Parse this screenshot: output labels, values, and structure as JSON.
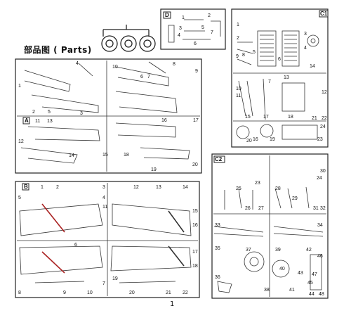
{
  "document": {
    "title": "部品图 ( Parts)",
    "page_number": "1"
  },
  "sprues": {
    "A": {
      "tag": "A",
      "numbers": [
        "1",
        "2",
        "3",
        "4",
        "5",
        "6",
        "7",
        "8",
        "9",
        "10",
        "11",
        "12",
        "13",
        "14",
        "15",
        "16",
        "17",
        "18",
        "19",
        "20"
      ]
    },
    "B": {
      "tag": "B",
      "numbers": [
        "1",
        "2",
        "3",
        "4",
        "5",
        "6",
        "7",
        "8",
        "9",
        "10",
        "11",
        "12",
        "13",
        "14",
        "15",
        "16",
        "17",
        "18",
        "19",
        "20",
        "21",
        "22"
      ]
    },
    "C1": {
      "tag": "C1",
      "numbers": [
        "1",
        "2",
        "3",
        "4",
        "5",
        "6",
        "7",
        "8",
        "9",
        "10",
        "11",
        "12",
        "13",
        "14",
        "15",
        "16",
        "17",
        "18",
        "19",
        "20",
        "21",
        "22",
        "23",
        "24"
      ]
    },
    "C2": {
      "tag": "C2",
      "numbers": [
        "23",
        "24",
        "25",
        "26",
        "27",
        "28",
        "29",
        "30",
        "31",
        "32",
        "33",
        "34",
        "35",
        "36",
        "37",
        "38",
        "39",
        "40",
        "41",
        "42",
        "43",
        "44",
        "45",
        "46",
        "47",
        "48"
      ]
    },
    "D": {
      "tag": "D",
      "numbers": [
        "1",
        "2",
        "3",
        "4",
        "5",
        "6",
        "7"
      ]
    }
  }
}
